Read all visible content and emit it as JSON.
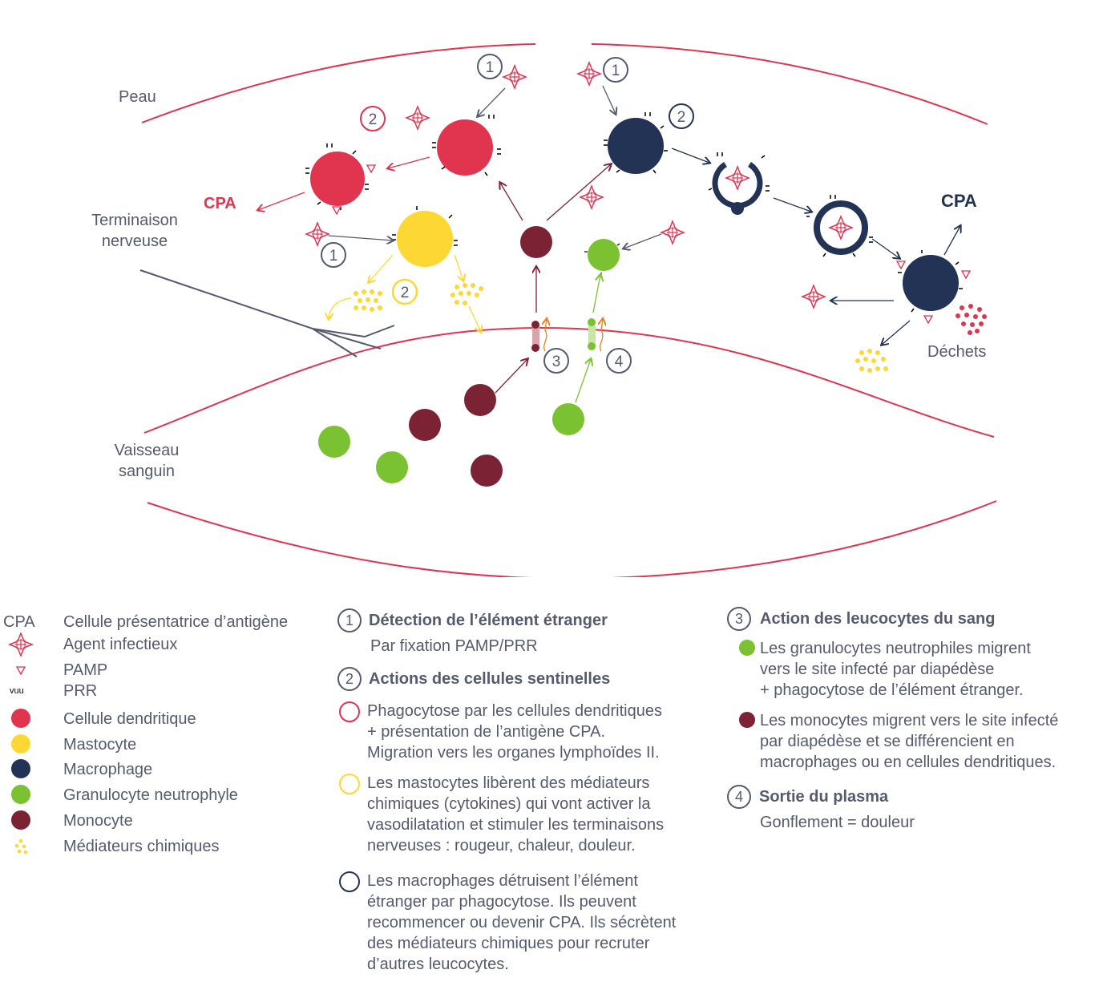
{
  "diagram": {
    "labels": {
      "skin": "Peau",
      "nerve": "Terminaison nerveuse",
      "vessel": "Vaisseau sanguin",
      "cpa_left": "CPA",
      "cpa_right": "CPA",
      "waste": "Déchets"
    },
    "step_numbers": [
      "1",
      "2",
      "1",
      "2",
      "1",
      "2",
      "3",
      "4"
    ]
  },
  "legend": {
    "items": [
      {
        "icon": "cpa-text",
        "key": "CPA",
        "label": "Cellule présentatrice d’antigène"
      },
      {
        "icon": "infectious-agent-icon",
        "label": "Agent infectieux"
      },
      {
        "icon": "pamp-icon",
        "label": "PAMP"
      },
      {
        "icon": "prr-icon",
        "key": "vuu",
        "label": "PRR"
      },
      {
        "icon": "dendritic-cell-dot",
        "color": "#e0344f",
        "label": "Cellule dendritique"
      },
      {
        "icon": "mastocyte-dot",
        "color": "#fdd835",
        "label": "Mastocyte"
      },
      {
        "icon": "macrophage-dot",
        "color": "#223355",
        "label": "Macrophage"
      },
      {
        "icon": "neutrophil-dot",
        "color": "#7ac231",
        "label": "Granulocyte neutrophyle"
      },
      {
        "icon": "monocyte-dot",
        "color": "#7b2235",
        "label": "Monocyte"
      },
      {
        "icon": "mediators-icon",
        "color": "#fdd835",
        "label": "Médiateurs chimiques"
      }
    ]
  },
  "steps": {
    "s1": {
      "num": "1",
      "title": "Détection de l’élément étranger",
      "text": "Par fixation PAMP/PRR"
    },
    "s2": {
      "num": "2",
      "title": "Actions des cellules sentinelles",
      "items": [
        {
          "color": "#e0344f",
          "lines": [
            "Phagocytose par les cellules dendritiques",
            "+ présentation de l’antigène CPA.",
            "Migration vers les organes lymphoïdes II."
          ]
        },
        {
          "color": "#fdd835",
          "lines": [
            "Les mastocytes libèrent des médiateurs",
            "chimiques (cytokines) qui vont activer la",
            "vasodilatation et stimuler les terminaisons",
            "nerveuses : rougeur, chaleur, douleur."
          ]
        },
        {
          "color": "#223355",
          "lines": [
            "Les macrophages détruisent l’élément",
            "étranger par phagocytose. Ils peuvent",
            "recommencer ou devenir CPA. Ils sécrètent",
            "des médiateurs chimiques pour recruter",
            "d’autres leucocytes."
          ]
        }
      ]
    },
    "s3": {
      "num": "3",
      "title": "Action des leucocytes du sang",
      "items": [
        {
          "color": "#7ac231",
          "lines": [
            "Les granulocytes neutrophiles migrent",
            "vers le site infecté par diapédèse",
            "+ phagocytose de l’élément étranger."
          ]
        },
        {
          "color": "#7b2235",
          "lines": [
            "Les monocytes migrent vers le site infecté",
            "par diapédèse et se différencient en",
            "macrophages ou en cellules dendritiques."
          ]
        }
      ]
    },
    "s4": {
      "num": "4",
      "title": "Sortie du plasma",
      "text": "Gonflement = douleur"
    }
  }
}
